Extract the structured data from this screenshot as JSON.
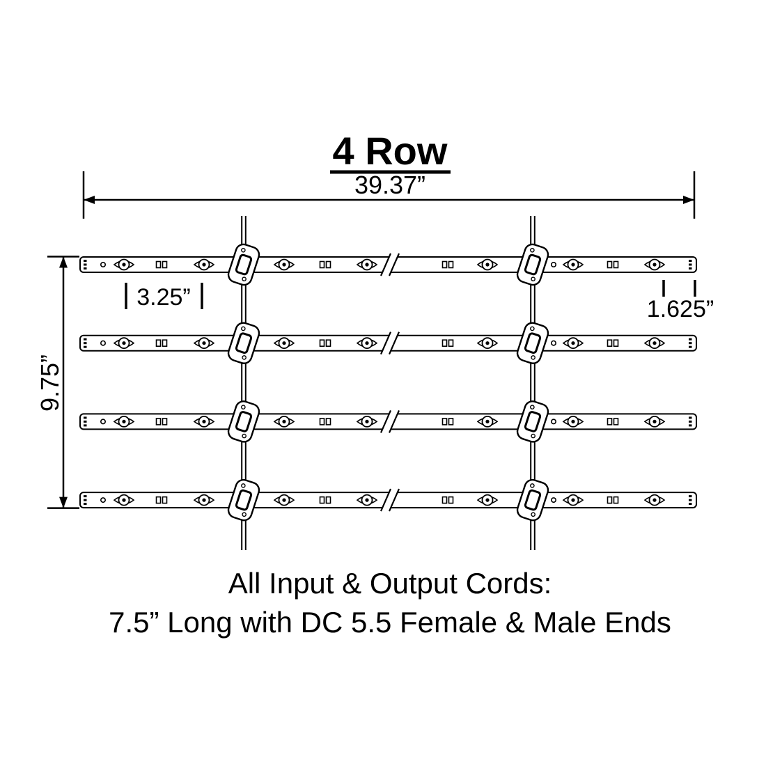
{
  "title": "4 Row",
  "dimensions": {
    "width": "39.37”",
    "led_spacing": "3.25”",
    "end_spacing": "1.625”",
    "height": "9.75”"
  },
  "footer": {
    "line1": "All Input & Output Cords:",
    "line2": "7.5” Long with DC 5.5 Female & Male Ends"
  },
  "diagram": {
    "row_count": 4,
    "leds_per_row": 7,
    "connectors_per_row": 2,
    "line_color": "#000000",
    "background_color": "#ffffff"
  }
}
